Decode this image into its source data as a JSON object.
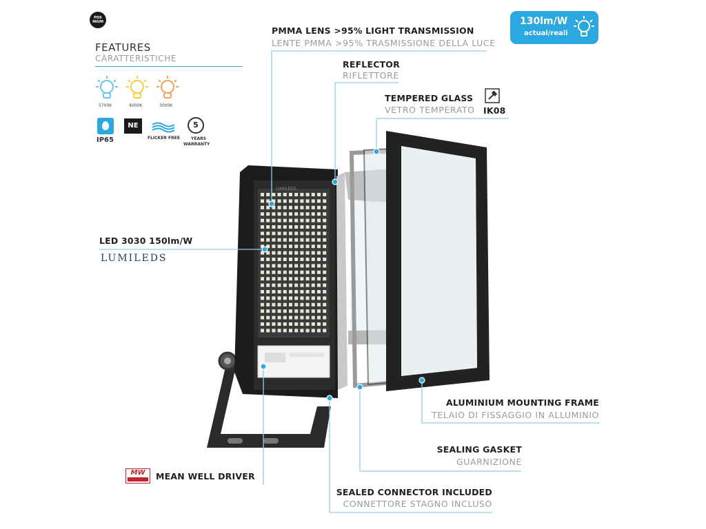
{
  "brand": {
    "logo_text_top": "POS",
    "logo_text_bottom": "MIUM"
  },
  "features": {
    "title": "FEATURES",
    "subtitle": "CARATTERISTICHE",
    "bulbs": [
      {
        "label": "5700K",
        "color": "#6cc4ea"
      },
      {
        "label": "4000K",
        "color": "#f2d23a"
      },
      {
        "label": "3000K",
        "color": "#f0a25a"
      }
    ],
    "badges": {
      "ip": "IP65",
      "ne": "NE",
      "flicker": "FLICKER FREE",
      "warranty_num": "5",
      "warranty_line1": "YEARS",
      "warranty_line2": "WARRANTY"
    }
  },
  "efficiency": {
    "value": "130lm/W",
    "sub": "actual/reali",
    "color": "#2aa8df"
  },
  "callouts": {
    "lens": {
      "main": "PMMA LENS >95% LIGHT TRANSMISSION",
      "sub": "LENTE PMMA >95% TRASMISSIONE DELLA LUCE"
    },
    "reflector": {
      "main": "REFLECTOR",
      "sub": "RIFLETTORE"
    },
    "glass": {
      "main": "TEMPERED GLASS",
      "sub": "VETRO TEMPERATO",
      "ik": "IK08"
    },
    "led": {
      "main": "LED 3030 150lm/W",
      "brand": "LUMILEDS"
    },
    "frame": {
      "main": "ALUMINIUM MOUNTING FRAME",
      "sub": "TELAIO DI FISSAGGIO IN ALLUMINIO"
    },
    "gasket": {
      "main": "SEALING GASKET",
      "sub": "GUARNIZIONE"
    },
    "driver": {
      "main": "MEAN WELL DRIVER",
      "logo": "MW"
    },
    "connector": {
      "main": "SEALED CONNECTOR INCLUDED",
      "sub": "CONNETTORE STAGNO INCLUSO"
    }
  },
  "colors": {
    "accent": "#2aa8df",
    "line": "#8fd0ee",
    "dark": "#1f1f1f"
  }
}
